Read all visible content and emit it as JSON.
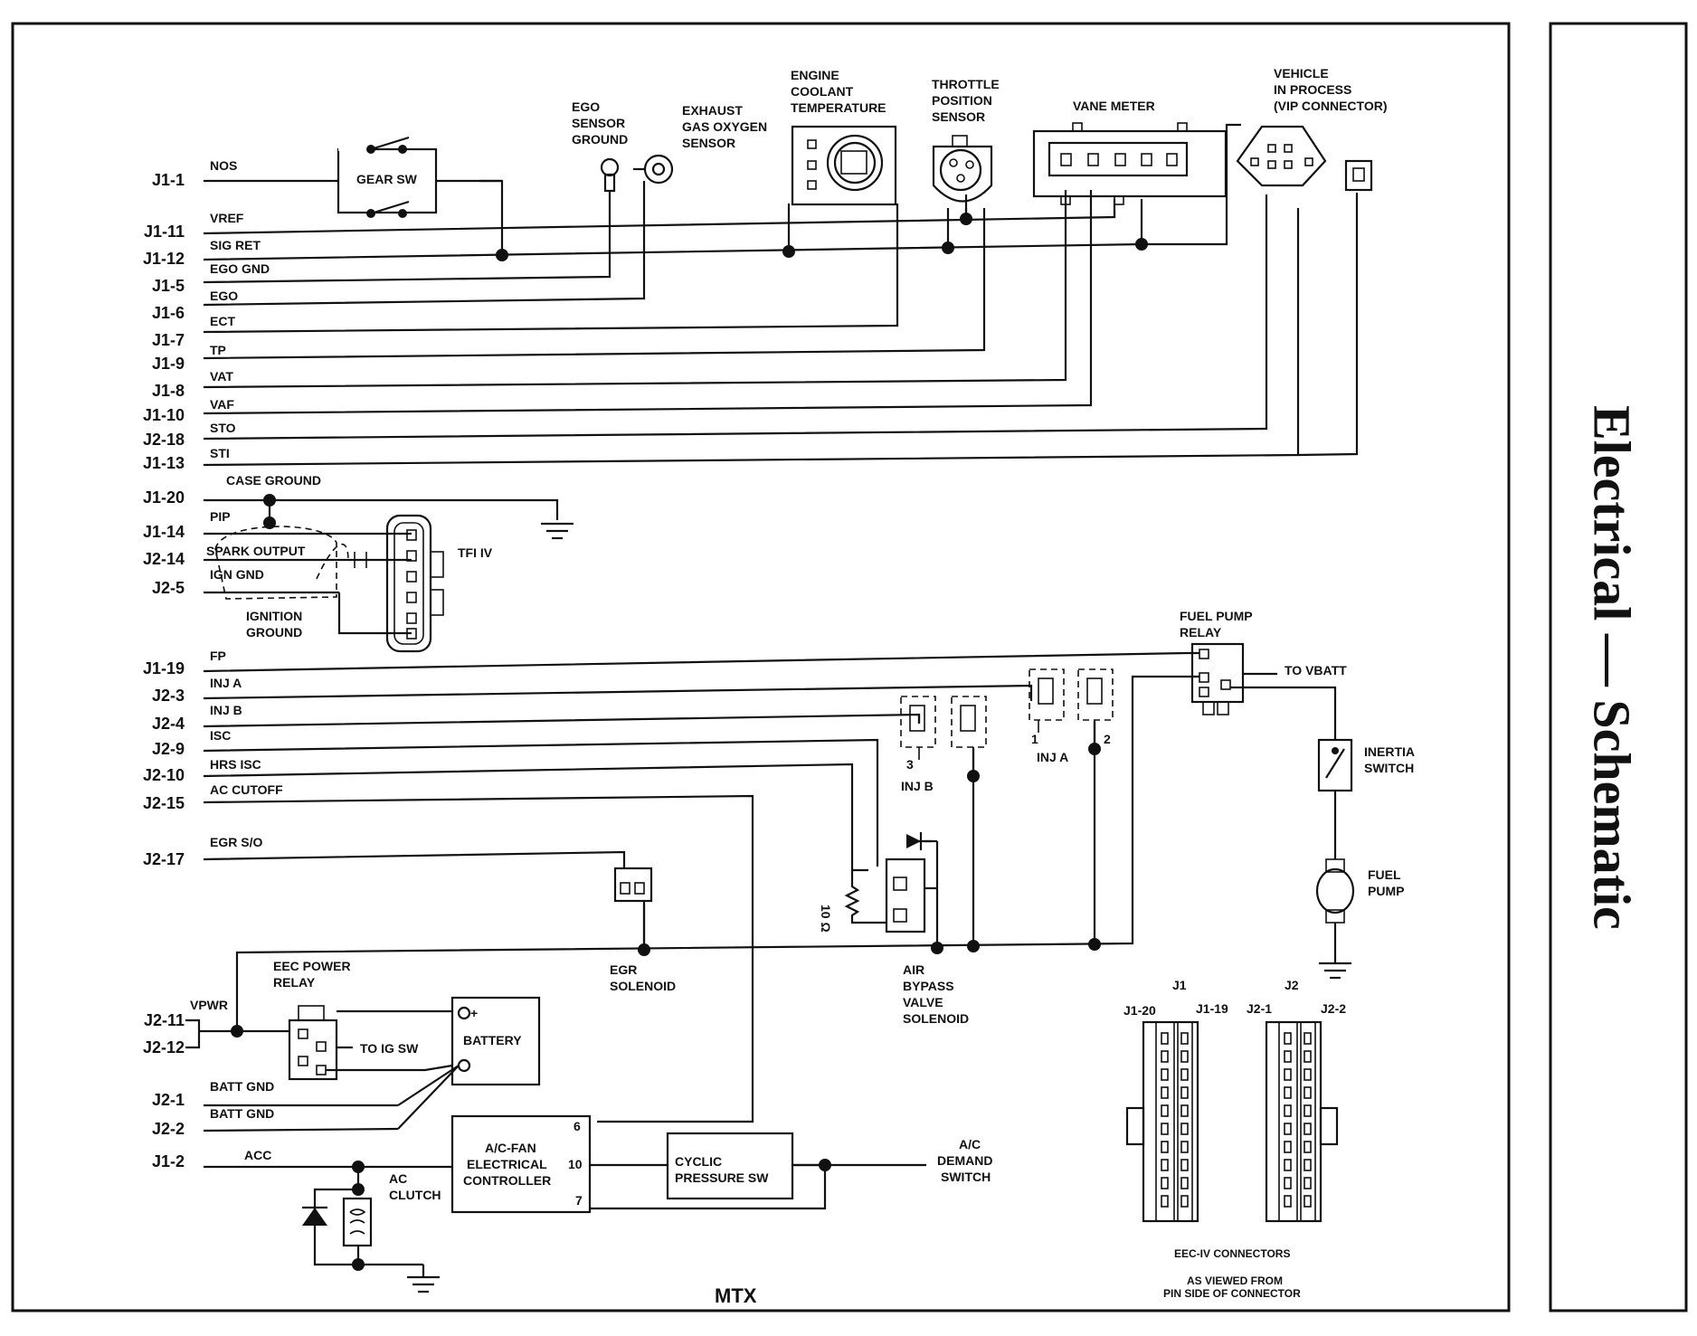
{
  "side_title": "Electrical — Schematic",
  "variant_label": "MTX",
  "harness_rows": [
    {
      "pin": "J1-1",
      "signal": "NOS"
    },
    {
      "pin": "J1-11",
      "signal": "VREF"
    },
    {
      "pin": "J1-12",
      "signal": "SIG RET"
    },
    {
      "pin": "J1-5",
      "signal": "EGO GND"
    },
    {
      "pin": "J1-6",
      "signal": "EGO"
    },
    {
      "pin": "J1-7",
      "signal": "ECT"
    },
    {
      "pin": "J1-9",
      "signal": "TP"
    },
    {
      "pin": "J1-8",
      "signal": "VAT"
    },
    {
      "pin": "J1-10",
      "signal": "VAF"
    },
    {
      "pin": "J2-18",
      "signal": "STO"
    },
    {
      "pin": "J1-13",
      "signal": "STI"
    },
    {
      "pin": "J1-20",
      "signal": "CASE GROUND"
    },
    {
      "pin": "J1-14",
      "signal": "PIP"
    },
    {
      "pin": "J2-14",
      "signal": "SPARK OUTPUT"
    },
    {
      "pin": "J2-5",
      "signal": "IGN GND"
    },
    {
      "pin": "J1-19",
      "signal": "FP"
    },
    {
      "pin": "J2-3",
      "signal": "INJ A"
    },
    {
      "pin": "J2-4",
      "signal": "INJ B"
    },
    {
      "pin": "J2-9",
      "signal": "ISC"
    },
    {
      "pin": "J2-10",
      "signal": "HRS ISC"
    },
    {
      "pin": "J2-15",
      "signal": "AC CUTOFF"
    },
    {
      "pin": "J2-17",
      "signal": "EGR S/O"
    },
    {
      "pin": "J2-11",
      "signal": "VPWR"
    },
    {
      "pin": "J2-12",
      "signal": ""
    },
    {
      "pin": "J2-1",
      "signal": "BATT GND"
    },
    {
      "pin": "J2-2",
      "signal": "BATT GND"
    },
    {
      "pin": "J1-2",
      "signal": "ACC"
    }
  ],
  "components": {
    "gear_sw": "GEAR SW",
    "ego_ground": [
      "EGO",
      "SENSOR",
      "GROUND"
    ],
    "exhaust_sensor": [
      "EXHAUST",
      "GAS OXYGEN",
      "SENSOR"
    ],
    "coolant": [
      "ENGINE",
      "COOLANT",
      "TEMPERATURE"
    ],
    "throttle": [
      "THROTTLE",
      "POSITION",
      "SENSOR"
    ],
    "vane_meter": "VANE METER",
    "vip": [
      "VEHICLE",
      "IN PROCESS",
      "(VIP CONNECTOR)"
    ],
    "tfi": "TFI IV",
    "ignition_ground": [
      "IGNITION",
      "GROUND"
    ],
    "fuel_pump_relay": [
      "FUEL PUMP",
      "RELAY"
    ],
    "to_vbatt": "TO VBATT",
    "inertia_switch": [
      "INERTIA",
      "SWITCH"
    ],
    "fuel_pump": [
      "FUEL",
      "PUMP"
    ],
    "inj_b": "INJ B",
    "inj_a": "INJ A",
    "inj_pin_3": "3",
    "inj_pin_1": "1",
    "inj_pin_2": "2",
    "resistor_value": "10 Ω",
    "air_bypass": [
      "AIR",
      "BYPASS",
      "VALVE",
      "SOLENOID"
    ],
    "egr_solenoid": [
      "EGR",
      "SOLENOID"
    ],
    "eec_relay": [
      "EEC POWER",
      "RELAY"
    ],
    "to_ig_sw": "TO IG SW",
    "battery": "BATTERY",
    "acfan": [
      "A/C-FAN",
      "ELECTRICAL",
      "CONTROLLER"
    ],
    "acfan_pin_6": "6",
    "acfan_pin_10": "10",
    "acfan_pin_7": "7",
    "cyclic": [
      "CYCLIC",
      "PRESSURE SW"
    ],
    "ac_demand": [
      "A/C",
      "DEMAND",
      "SWITCH"
    ],
    "ac_clutch": [
      "AC",
      "CLUTCH"
    ],
    "connectors_j1": "J1",
    "connectors_j2": "J2",
    "conn_j1_20": "J1-20",
    "conn_j1_19": "J1-19",
    "conn_j2_1": "J2-1",
    "conn_j2_2": "J2-2",
    "eec_connectors": "EEC-IV CONNECTORS",
    "viewed_from": [
      "AS VIEWED FROM",
      "PIN SIDE OF CONNECTOR"
    ]
  }
}
